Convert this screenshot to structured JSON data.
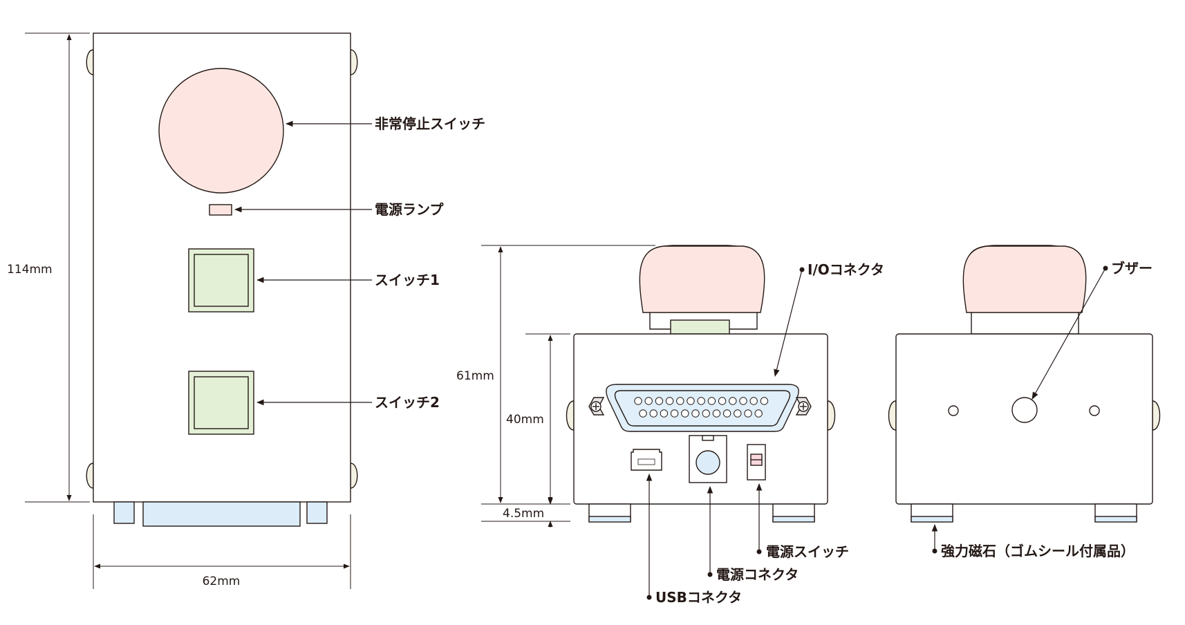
{
  "colors": {
    "outline": "#231815",
    "emergency_pink": "#fde6e1",
    "switch_green": "#e3f0d6",
    "foot_blue": "#dcedf9",
    "connector_blue": "#e0eff9",
    "magnet_bump": "#f3f1e2",
    "power_switch_pink": "#f9d8de"
  },
  "front_view": {
    "label_emergency_switch": "非常停止スイッチ",
    "label_power_lamp": "電源ランプ",
    "label_switch1": "スイッチ1",
    "label_switch2": "スイッチ2",
    "dim_height": "114mm",
    "dim_width": "62mm"
  },
  "rear_view": {
    "label_io_connector": "I/Oコネクタ",
    "label_power_switch": "電源スイッチ",
    "label_power_connector": "電源コネクタ",
    "label_usb_connector": "USBコネクタ",
    "dim_total_height": "61mm",
    "dim_body_height": "40mm",
    "dim_foot_height": "4.5mm"
  },
  "side_view": {
    "label_buzzer": "ブザー",
    "label_magnet": "強力磁石（ゴムシール付属品）"
  }
}
